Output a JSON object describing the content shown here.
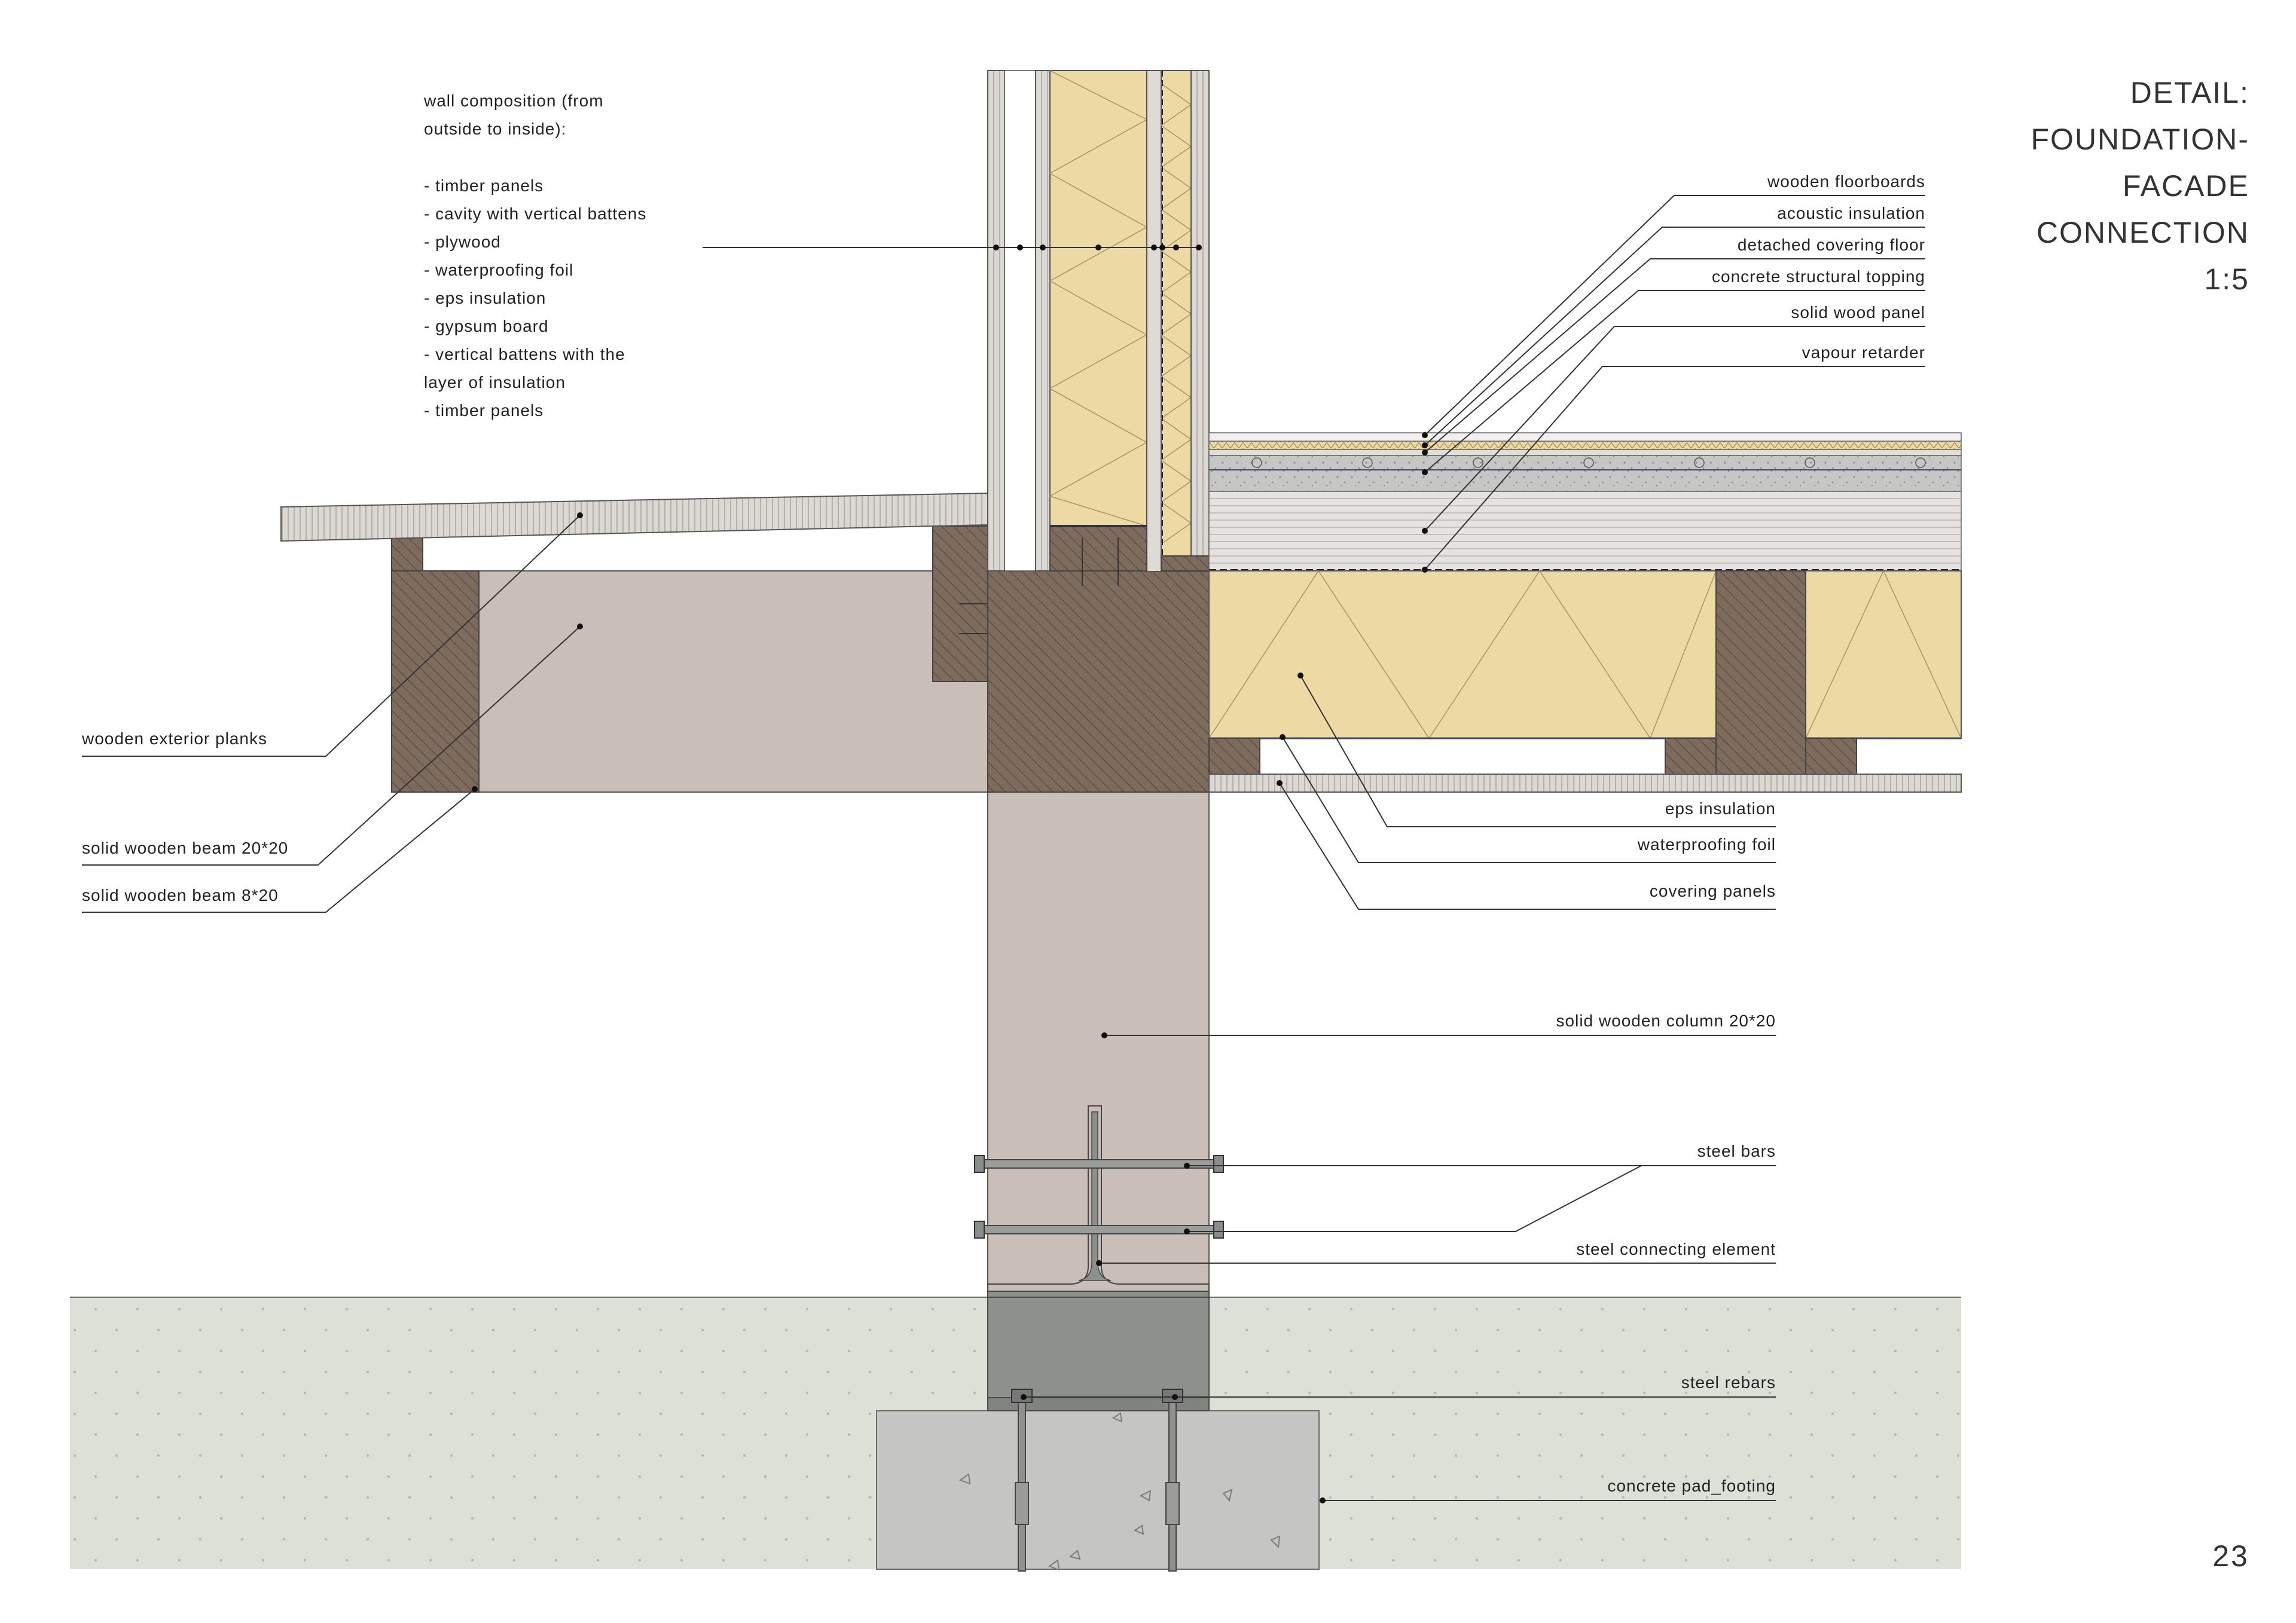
{
  "title": {
    "line1": "DETAIL:",
    "line2": "FOUNDATION-",
    "line3": "FACADE",
    "line4": "CONNECTION",
    "scale": "1:5"
  },
  "page_number": "23",
  "wall_composition": {
    "heading_1": "wall composition (from",
    "heading_2": "outside to inside):",
    "items": [
      "- timber panels",
      "- cavity with vertical battens",
      "- plywood",
      "- waterproofing foil",
      "- eps insulation",
      "- gypsum board",
      "- vertical battens with the",
      "layer of insulation",
      "- timber panels"
    ]
  },
  "floor_labels": [
    "wooden floorboards",
    "acoustic insulation",
    "detached covering floor",
    "concrete structural topping",
    "solid wood panel",
    "vapour retarder"
  ],
  "left_labels": [
    "wooden exterior planks",
    "solid wooden beam 20*20",
    "solid wooden beam 8*20"
  ],
  "right_labels": [
    "eps insulation",
    "waterproofing foil",
    "covering panels",
    "solid wooden column 20*20",
    "steel bars",
    "steel connecting element",
    "steel rebars",
    "concrete pad_footing"
  ],
  "colors": {
    "insulation": "#ecd9a3",
    "timber_section": "#7d6b5d",
    "column": "#c9bfb8",
    "ground": "#dde0d7",
    "footing": "#c5c6c3",
    "steel_plate": "#8c918c",
    "concrete_topping": "#c6c6c4",
    "wood_panel": "#e5e2df",
    "plank": "#dcd8d4"
  }
}
